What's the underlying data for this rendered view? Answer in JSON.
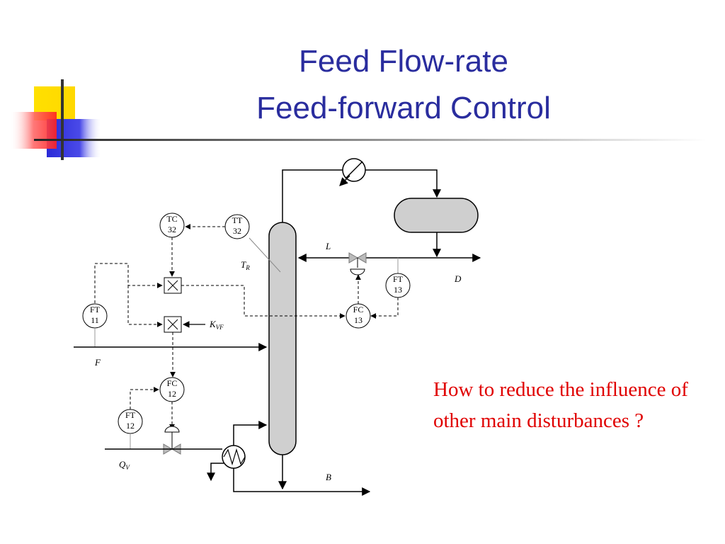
{
  "slide": {
    "title_line1": "Feed Flow-rate",
    "title_line2": "Feed-forward Control",
    "question": "How to reduce the influence of other main disturbances ?",
    "title_color": "#2a2d9e",
    "question_color": "#e00000"
  },
  "diagram": {
    "instruments": [
      {
        "id": "tc32",
        "tag": "TC",
        "num": "32"
      },
      {
        "id": "tt32",
        "tag": "TT",
        "num": "32"
      },
      {
        "id": "ft11",
        "tag": "FT",
        "num": "11"
      },
      {
        "id": "fc12",
        "tag": "FC",
        "num": "12"
      },
      {
        "id": "ft12",
        "tag": "FT",
        "num": "12"
      },
      {
        "id": "fc13",
        "tag": "FC",
        "num": "13"
      },
      {
        "id": "ft13",
        "tag": "FT",
        "num": "13"
      }
    ],
    "streams": {
      "feed": "F",
      "reflux": "L",
      "distillate": "D",
      "bottoms": "B",
      "heat_main": "Q",
      "heat_sub": "V",
      "temp_main": "T",
      "temp_sub": "R",
      "gain_main": "K",
      "gain_sub": "VF"
    }
  }
}
